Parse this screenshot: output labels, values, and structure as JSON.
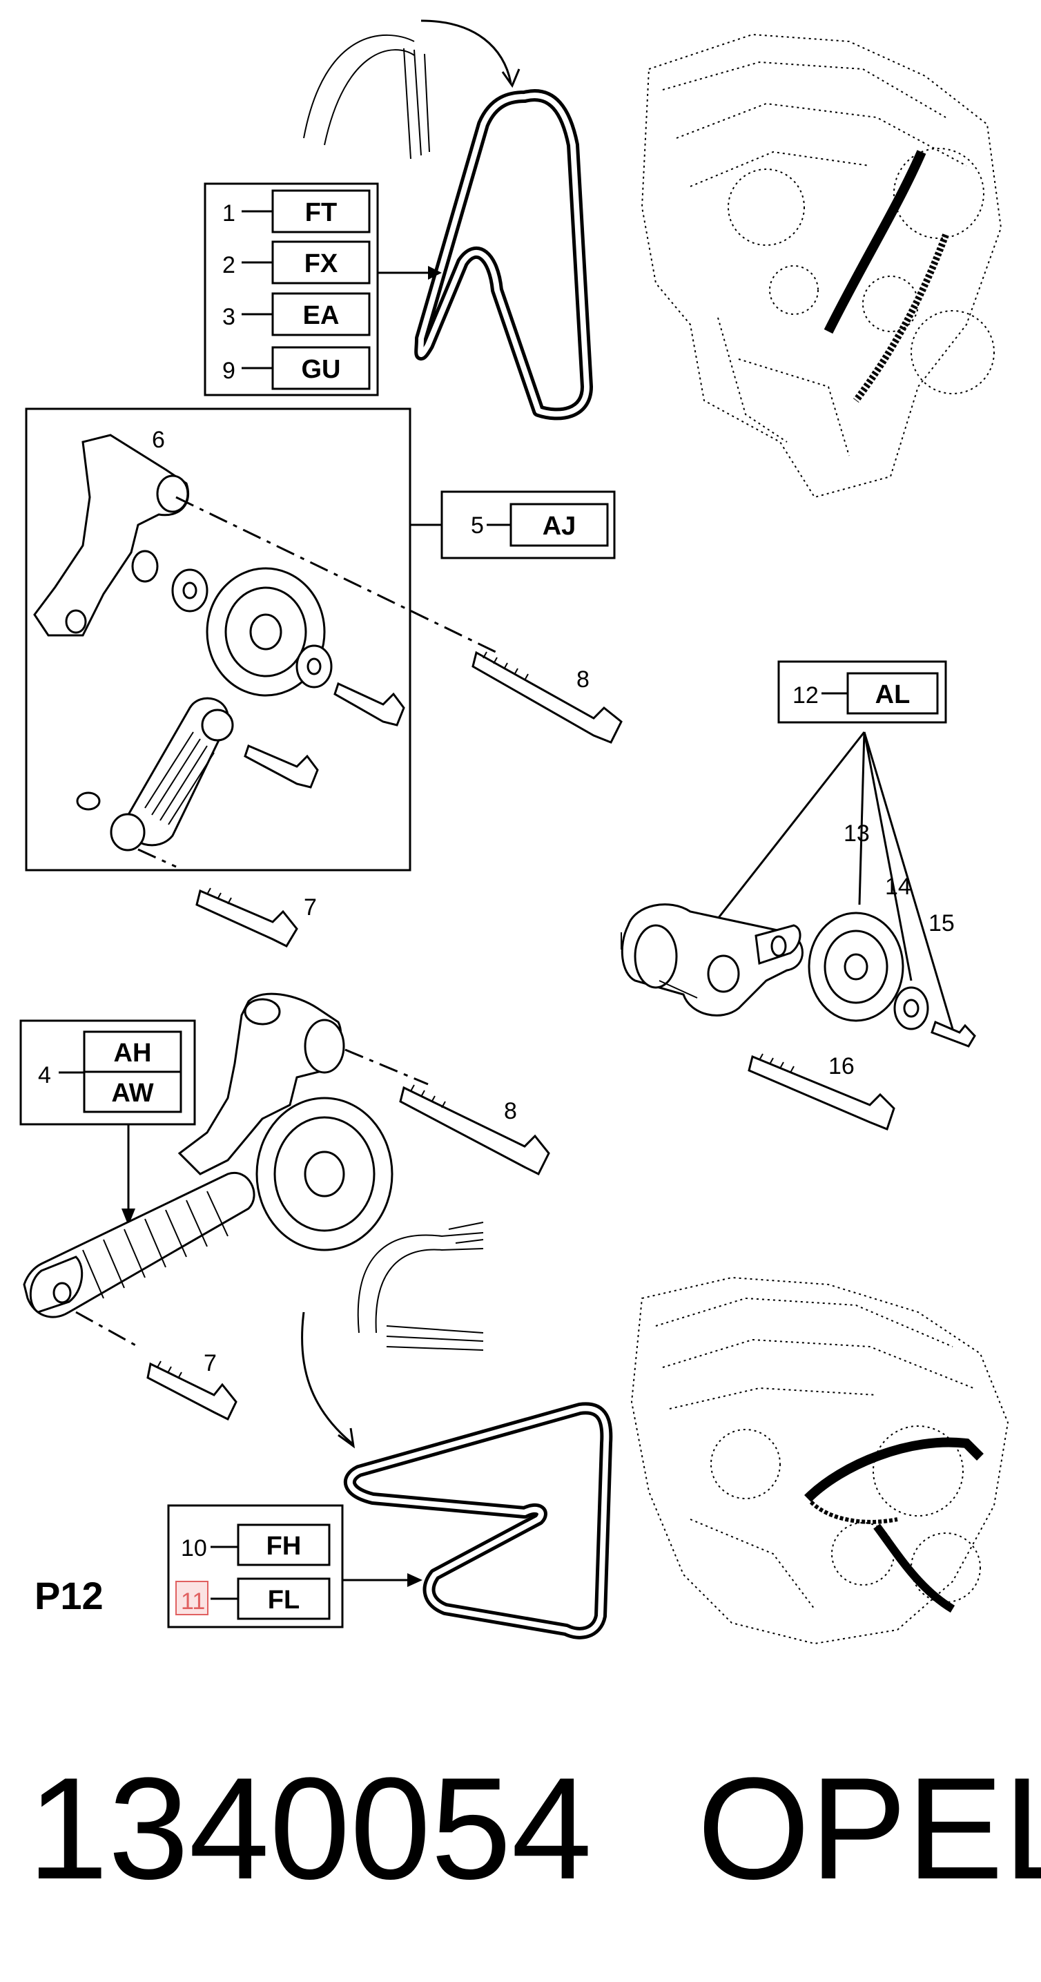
{
  "diagram": {
    "page_code": "P12",
    "part_number": "1340054",
    "brand": "OPEL",
    "callouts": {
      "c1": {
        "num": "1",
        "code": "FT"
      },
      "c2": {
        "num": "2",
        "code": "FX"
      },
      "c3": {
        "num": "3",
        "code": "EA"
      },
      "c9": {
        "num": "9",
        "code": "GU"
      },
      "c5": {
        "num": "5",
        "code": "AJ"
      },
      "c12": {
        "num": "12",
        "code": "AL"
      },
      "c4": {
        "num": "4",
        "code_a": "AH",
        "code_b": "AW"
      },
      "c10": {
        "num": "10",
        "code": "FH"
      },
      "c11": {
        "num": "11",
        "code": "FL"
      }
    },
    "labels": {
      "n6": "6",
      "n8a": "8",
      "n7a": "7",
      "n13": "13",
      "n14": "14",
      "n15": "15",
      "n16": "16",
      "n8b": "8",
      "n7b": "7"
    },
    "highlight_color": "#e06060"
  }
}
